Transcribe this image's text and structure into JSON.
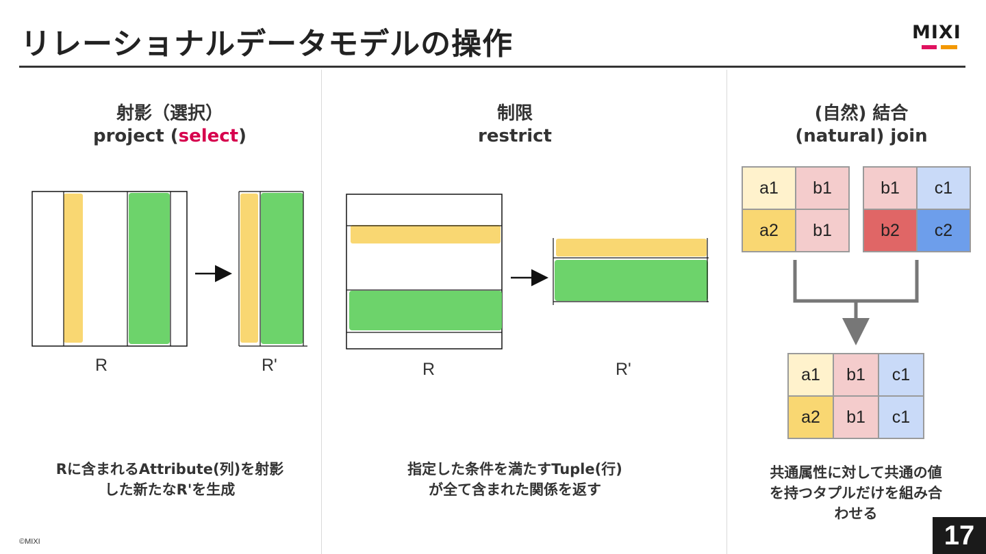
{
  "title": "リレーショナルデータモデルの操作",
  "logo": "MIXI",
  "copyright": "©MIXI",
  "page_number": "17",
  "colors": {
    "accent": "#d6004d",
    "yellow": "#f9d772",
    "green": "#6dd36b",
    "light_yellow": "#fff2cc",
    "pink": "#f4cccc",
    "red": "#e06666",
    "light_blue": "#c9daf8",
    "blue": "#6d9eeb"
  },
  "project": {
    "heading_line1": "射影（選択）",
    "heading_line2_a": "project (",
    "heading_line2_accent": "select",
    "heading_line2_b": ")",
    "label_left": "R",
    "label_right": "R'",
    "desc_line1": "Rに含まれるAttribute(列)を射影",
    "desc_line2": "した新たなR'を生成"
  },
  "restrict": {
    "heading_line1": "制限",
    "heading_line2": "restrict",
    "label_left": "R",
    "label_right": "R'",
    "desc_line1": "指定した条件を満たすTuple(行)",
    "desc_line2": "が全て含まれた関係を返す"
  },
  "join": {
    "heading_line1": "(自然) 結合",
    "heading_line2": "(natural) join",
    "table_left": [
      [
        {
          "text": "a1",
          "fill": "light_yellow"
        },
        {
          "text": "b1",
          "fill": "pink"
        }
      ],
      [
        {
          "text": "a2",
          "fill": "yellow"
        },
        {
          "text": "b1",
          "fill": "pink"
        }
      ]
    ],
    "table_right": [
      [
        {
          "text": "b1",
          "fill": "pink"
        },
        {
          "text": "c1",
          "fill": "light_blue"
        }
      ],
      [
        {
          "text": "b2",
          "fill": "red"
        },
        {
          "text": "c2",
          "fill": "blue"
        }
      ]
    ],
    "table_result": [
      [
        {
          "text": "a1",
          "fill": "light_yellow"
        },
        {
          "text": "b1",
          "fill": "pink"
        },
        {
          "text": "c1",
          "fill": "light_blue"
        }
      ],
      [
        {
          "text": "a2",
          "fill": "yellow"
        },
        {
          "text": "b1",
          "fill": "pink"
        },
        {
          "text": "c1",
          "fill": "light_blue"
        }
      ]
    ],
    "desc_line1": "共通属性に対して共通の値",
    "desc_line2": "を持つタプルだけを組み合",
    "desc_line3": "わせる"
  }
}
